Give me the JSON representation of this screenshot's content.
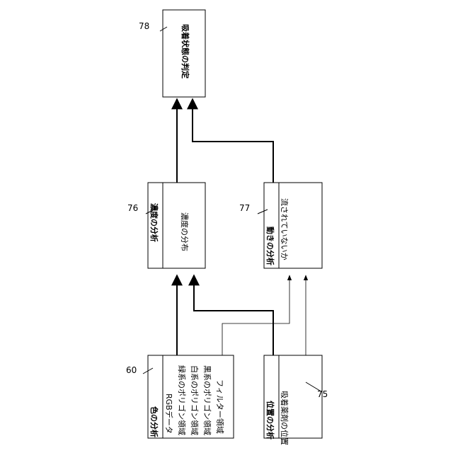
{
  "nodes": {
    "color_analysis": {
      "ref": "60",
      "title": "色の分析",
      "items": [
        "RGBデータ",
        "緑系のポリゴン領域",
        "白系のポリゴン領域",
        "黒系のポリゴン領域",
        "フィルター領域"
      ]
    },
    "position_analysis": {
      "ref": "75",
      "title": "位置の分析",
      "items": [
        "吸着薬剤の位置"
      ]
    },
    "density_analysis": {
      "ref": "76",
      "title": "濃度の分析",
      "items": [
        "濃度の分布"
      ]
    },
    "motion_analysis": {
      "ref": "77",
      "title": "動きの分析",
      "items": [
        "流されていないか"
      ]
    },
    "state_judgment": {
      "ref": "78",
      "title": "吸着状態の判定"
    }
  },
  "connections": [
    {
      "from": "color_analysis",
      "to": "density_analysis",
      "weight": "bold"
    },
    {
      "from": "color_analysis",
      "to": "motion_analysis",
      "weight": "thin"
    },
    {
      "from": "position_analysis",
      "to": "density_analysis",
      "weight": "bold"
    },
    {
      "from": "position_analysis",
      "to": "motion_analysis",
      "weight": "thin"
    },
    {
      "from": "density_analysis",
      "to": "state_judgment",
      "weight": "bold"
    },
    {
      "from": "motion_analysis",
      "to": "state_judgment",
      "weight": "bold"
    }
  ]
}
